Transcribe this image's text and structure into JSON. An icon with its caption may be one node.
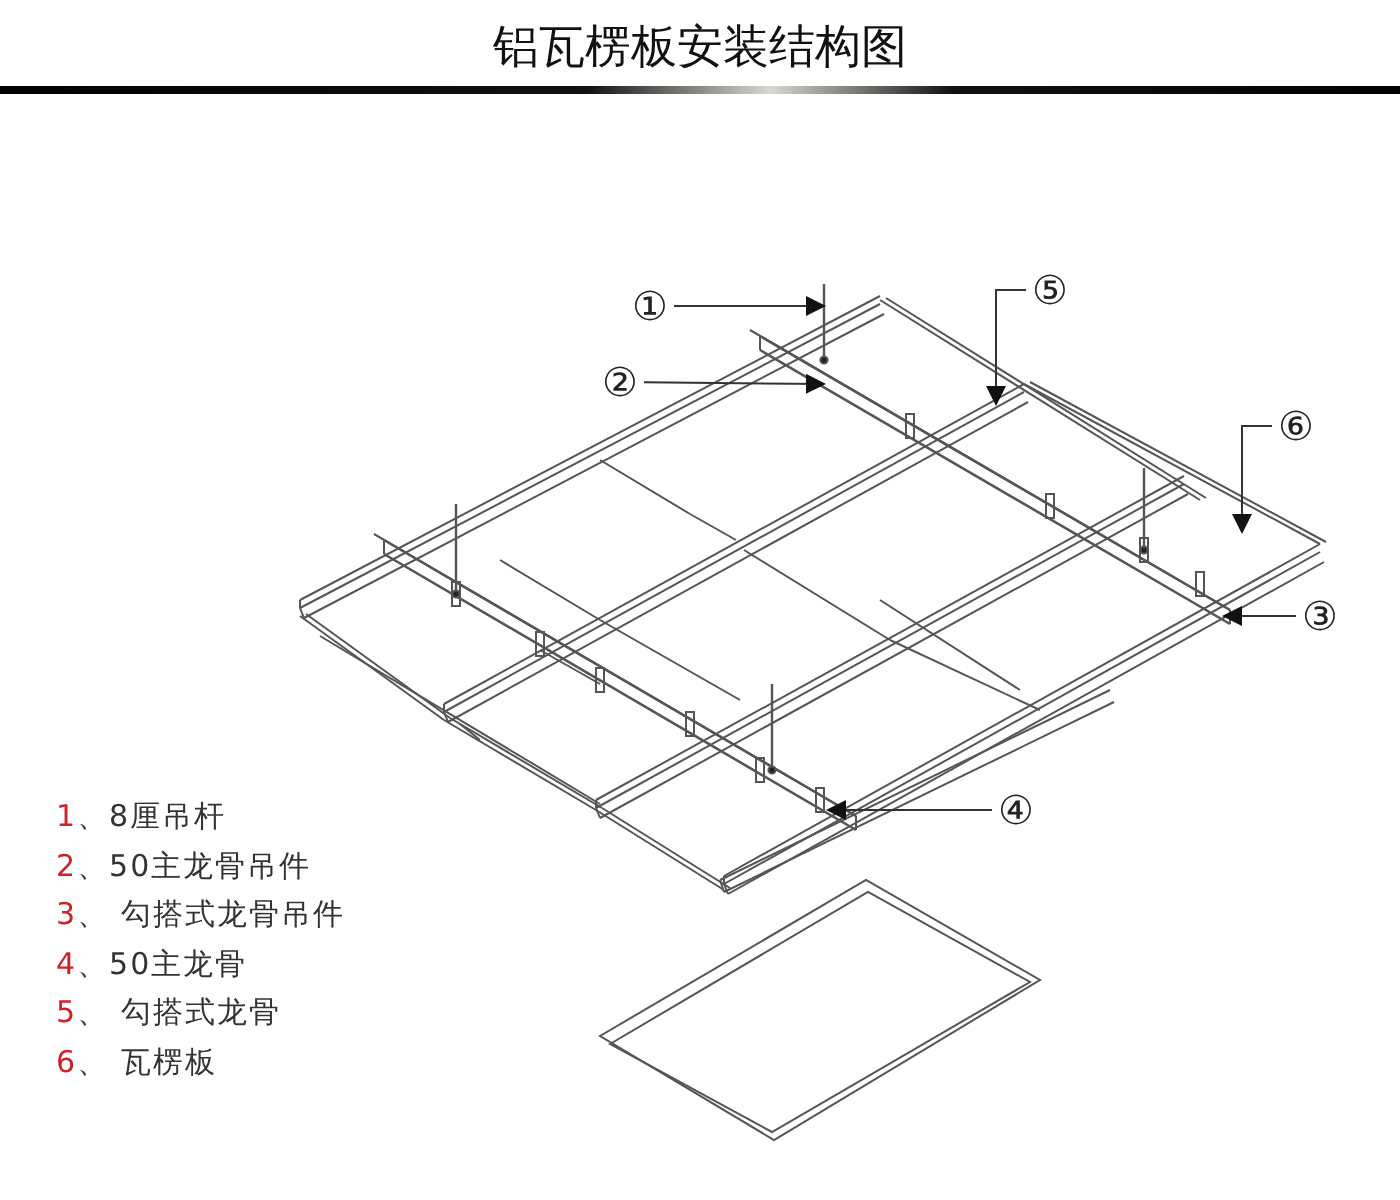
{
  "diagram": {
    "title": "铝瓦楞板安装结构图",
    "nodes": [
      {
        "text": [
          "①"
        ]
      },
      {
        "text": [
          "②"
        ]
      },
      {
        "text": [
          "⑤"
        ]
      },
      {
        "text": [
          "⑥"
        ]
      },
      {
        "text": [
          "③"
        ]
      },
      {
        "text": [
          "④"
        ]
      }
    ],
    "edges": [
      {
        "from": 0,
        "to": null,
        "arrow": "to"
      },
      {
        "from": 1,
        "to": null,
        "arrow": "to"
      },
      {
        "from": 2,
        "to": null,
        "arrow": "to"
      },
      {
        "from": 3,
        "to": null,
        "arrow": "to"
      },
      {
        "from": 4,
        "to": null,
        "arrow": "to"
      },
      {
        "from": 5,
        "to": null,
        "arrow": "to"
      }
    ],
    "labels": [
      "1、8厘吊杆",
      "2、50主龙骨吊件",
      "3、 勾搭式龙骨吊件",
      "4、50主龙骨",
      "5、 勾搭式龙骨",
      "6、 瓦楞板"
    ]
  }
}
